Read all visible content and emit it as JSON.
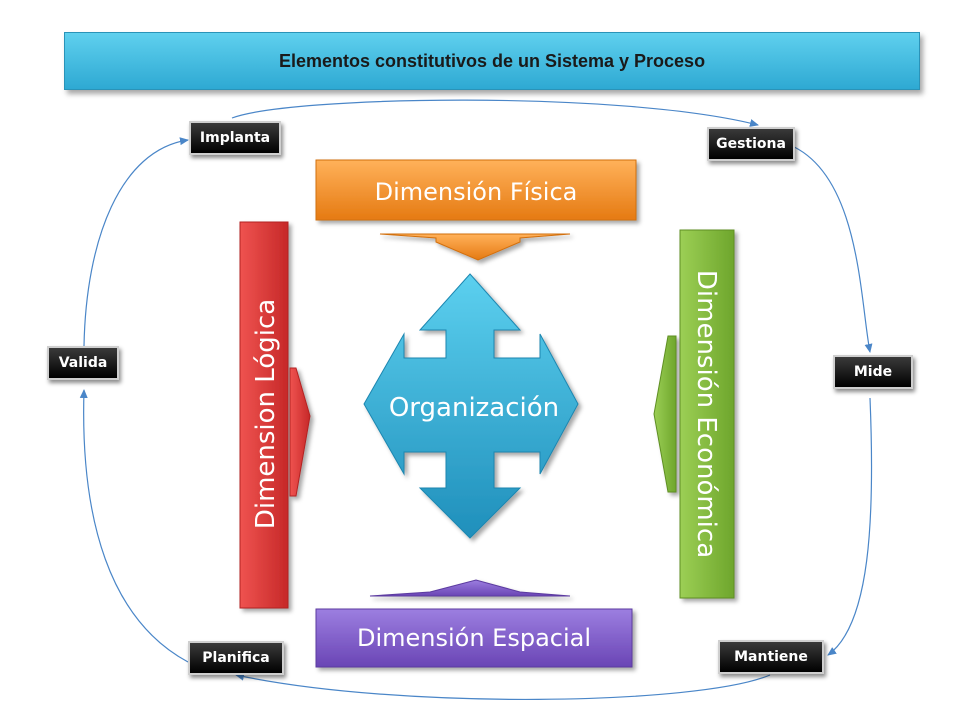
{
  "title": "Elementos constitutivos de un Sistema y Proceso",
  "cycle": {
    "implanta": "Implanta",
    "gestiona": "Gestiona",
    "valida": "Valida",
    "mide": "Mide",
    "planifica": "Planifica",
    "mantiene": "Mantiene"
  },
  "dimensions": {
    "fisica": "Dimensión Física",
    "espacial": "Dimensión Espacial",
    "logica": "Dimension  Lógica",
    "economica": "Dimensión  Económica"
  },
  "center": "Organización",
  "colors": {
    "title_bar": "#3bb6de",
    "fisica": "#f08a24",
    "espacial": "#7e57c2",
    "logica": "#d9312f",
    "economica": "#7fb83a",
    "center": "#2fa8d0",
    "cycle_arrows": "#4a86c8",
    "tags": "#000000"
  }
}
